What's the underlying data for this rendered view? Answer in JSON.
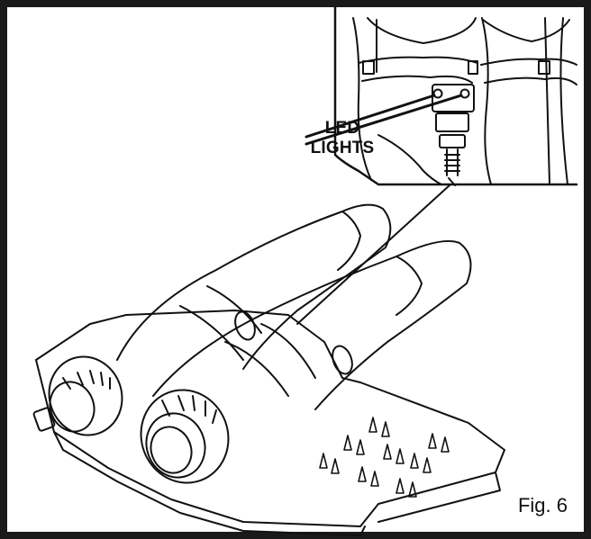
{
  "callout": {
    "line1": "LED",
    "line2": "LIGHTS"
  },
  "figure": {
    "label": "Fig. 6"
  },
  "colors": {
    "ink": "#111111",
    "background": "#ffffff",
    "frame": "#1a1a1a"
  }
}
